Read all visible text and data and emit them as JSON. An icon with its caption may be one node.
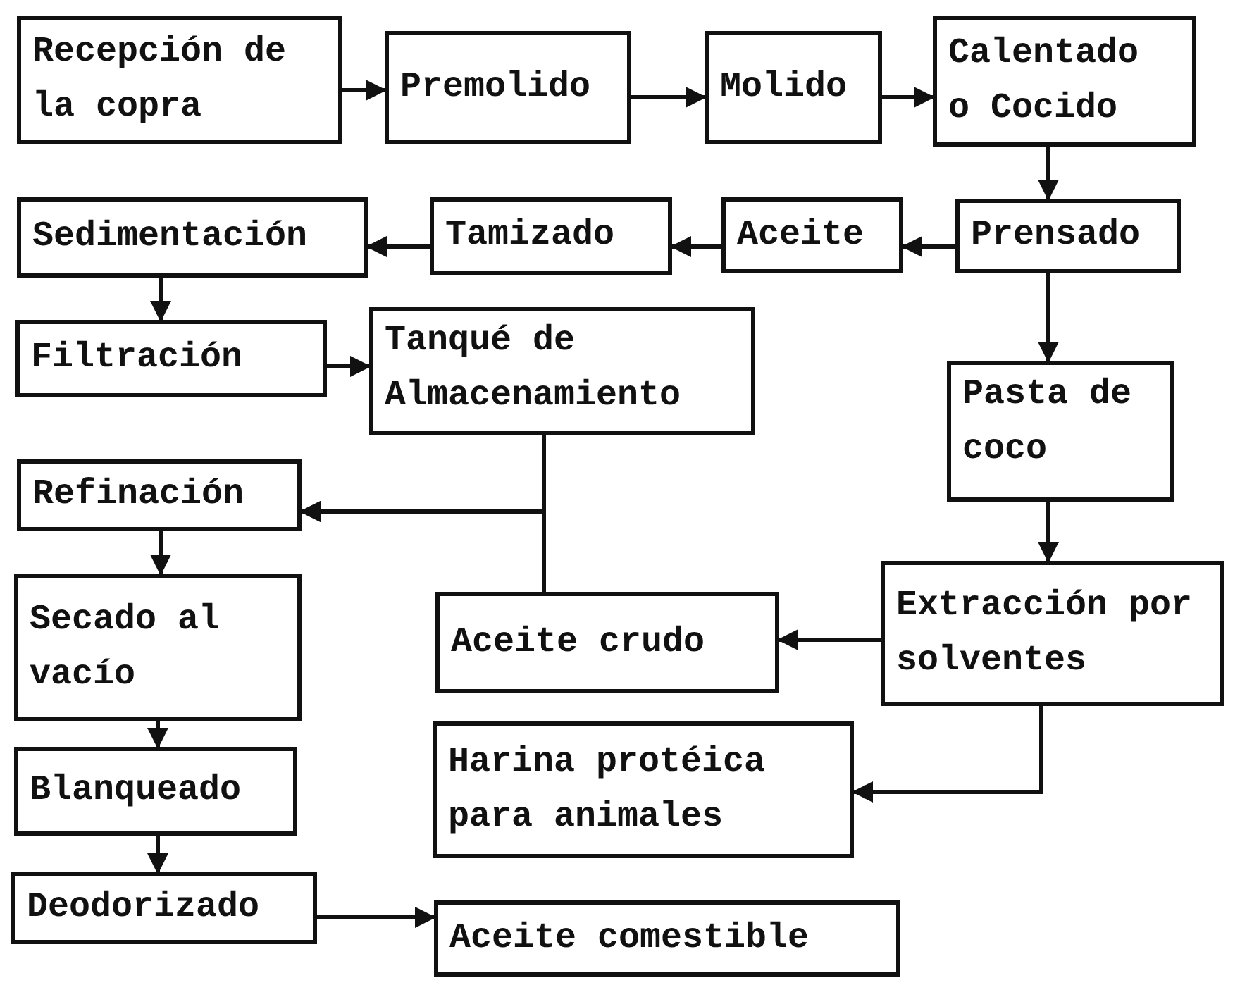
{
  "diagram": {
    "nodes": [
      {
        "text": [
          "Recepción de la copra"
        ]
      },
      {
        "text": [
          "Premolido"
        ]
      },
      {
        "text": [
          "Molido"
        ]
      },
      {
        "text": [
          "Calentado o Cocido"
        ]
      },
      {
        "text": [
          "Prensado"
        ]
      },
      {
        "text": [
          "Aceite"
        ]
      },
      {
        "text": [
          "Tamizado"
        ]
      },
      {
        "text": [
          "Sedimentación"
        ]
      },
      {
        "text": [
          "Filtración"
        ]
      },
      {
        "text": [
          "Tanqué de Almacenamiento"
        ]
      },
      {
        "text": [
          "Pasta de coco"
        ]
      },
      {
        "text": [
          "Extracción por solventes"
        ]
      },
      {
        "text": [
          "Aceite crudo"
        ]
      },
      {
        "text": [
          "Harina protéica para animales"
        ]
      },
      {
        "text": [
          "Refinación"
        ]
      },
      {
        "text": [
          "Secado al vacío"
        ]
      },
      {
        "text": [
          "Blanqueado"
        ]
      },
      {
        "text": [
          "Deodorizado"
        ]
      },
      {
        "text": [
          "Aceite comestible"
        ]
      }
    ],
    "edges": [
      {
        "from": 0,
        "to": 1,
        "arrow": "to"
      },
      {
        "from": 1,
        "to": 2,
        "arrow": "to"
      },
      {
        "from": 2,
        "to": 3,
        "arrow": "to"
      },
      {
        "from": 3,
        "to": 4,
        "arrow": "to"
      },
      {
        "from": 4,
        "to": 5,
        "arrow": "to"
      },
      {
        "from": 5,
        "to": 6,
        "arrow": "to"
      },
      {
        "from": 6,
        "to": 7,
        "arrow": "to"
      },
      {
        "from": 7,
        "to": 8,
        "arrow": "to"
      },
      {
        "from": 8,
        "to": 9,
        "arrow": "to"
      },
      {
        "from": 4,
        "to": 10,
        "arrow": "to"
      },
      {
        "from": 10,
        "to": 11,
        "arrow": "to"
      },
      {
        "from": 11,
        "to": 12,
        "arrow": "to"
      },
      {
        "from": 11,
        "to": 13,
        "arrow": "to"
      },
      {
        "from": 9,
        "to": 14,
        "arrow": "to"
      },
      {
        "from": 12,
        "to": 14,
        "arrow": "to"
      },
      {
        "from": 14,
        "to": 15,
        "arrow": "to"
      },
      {
        "from": 15,
        "to": 16,
        "arrow": "to"
      },
      {
        "from": 16,
        "to": 17,
        "arrow": "to"
      },
      {
        "from": 17,
        "to": 18,
        "arrow": "to"
      }
    ]
  }
}
